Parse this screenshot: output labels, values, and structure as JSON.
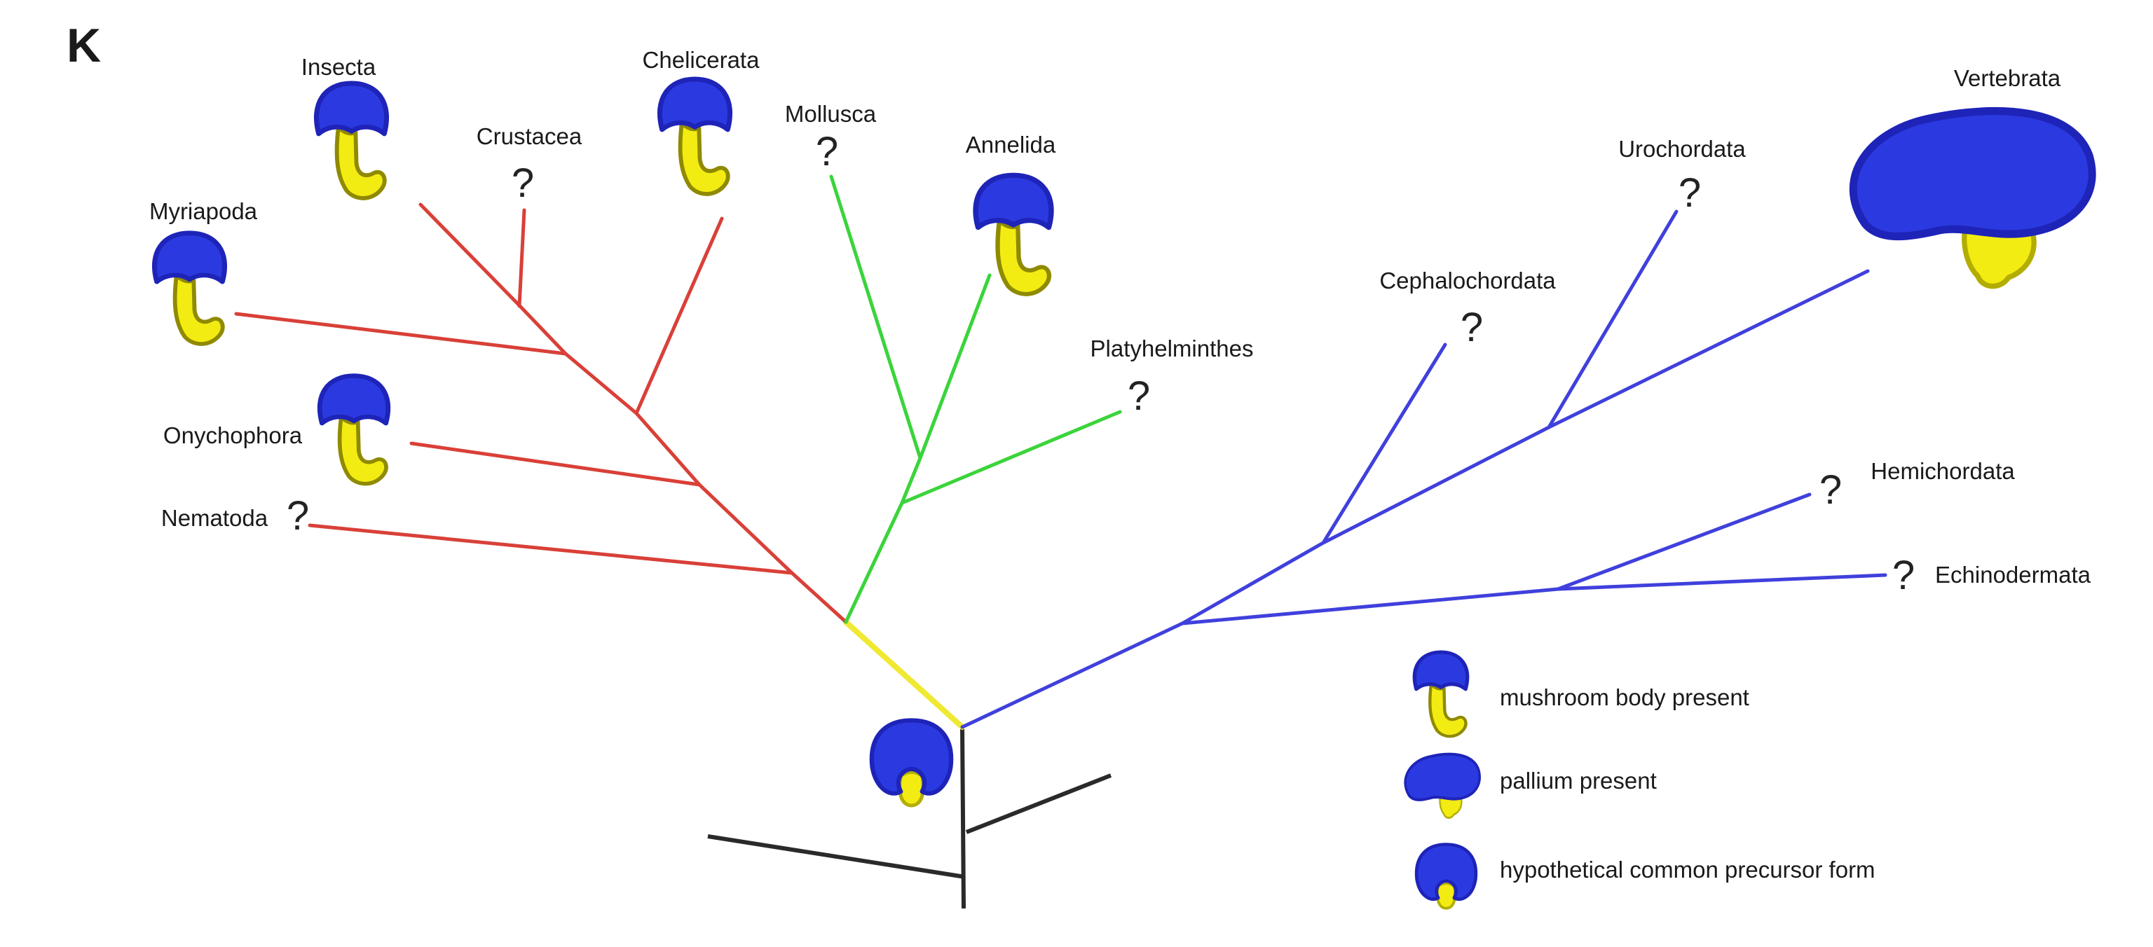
{
  "panel_label": "K",
  "figure": {
    "type": "phylogenetic-tree",
    "description_colors": {
      "protostome_branch_red": "#d94038",
      "lophotrochozoa_branch_green": "#3bd43b",
      "deuterostome_branch_blue": "#4040dd",
      "stem_branch_yellow": "#f0e932",
      "outgroup_branch_black": "#2a2a2a",
      "icon_blue": "#2b3ae0",
      "icon_yellow": "#f3ec13"
    }
  },
  "taxa": [
    {
      "name": "Insecta",
      "marker": "mushroom-body",
      "branch_color": "red"
    },
    {
      "name": "Crustacea",
      "marker": "question",
      "marker_glyph": "?",
      "branch_color": "red"
    },
    {
      "name": "Chelicerata",
      "marker": "mushroom-body",
      "branch_color": "red"
    },
    {
      "name": "Myriapoda",
      "marker": "mushroom-body",
      "branch_color": "red"
    },
    {
      "name": "Onychophora",
      "marker": "mushroom-body",
      "branch_color": "red"
    },
    {
      "name": "Nematoda",
      "marker": "question",
      "marker_glyph": "?",
      "branch_color": "red"
    },
    {
      "name": "Mollusca",
      "marker": "question",
      "marker_glyph": "?",
      "branch_color": "green"
    },
    {
      "name": "Annelida",
      "marker": "mushroom-body",
      "branch_color": "green"
    },
    {
      "name": "Platyhelminthes",
      "marker": "question",
      "marker_glyph": "?",
      "branch_color": "green"
    },
    {
      "name": "Cephalochordata",
      "marker": "question",
      "marker_glyph": "?",
      "branch_color": "blue"
    },
    {
      "name": "Urochordata",
      "marker": "question",
      "marker_glyph": "?",
      "branch_color": "blue"
    },
    {
      "name": "Vertebrata",
      "marker": "pallium",
      "branch_color": "blue"
    },
    {
      "name": "Hemichordata",
      "marker": "question",
      "marker_glyph": "?",
      "branch_color": "blue"
    },
    {
      "name": "Echinodermata",
      "marker": "question",
      "marker_glyph": "?",
      "branch_color": "blue"
    }
  ],
  "root": {
    "marker": "hypothetical common precursor"
  },
  "legend": {
    "items": [
      {
        "icon": "mushroom-body",
        "label": "mushroom body present"
      },
      {
        "icon": "pallium",
        "label": "pallium present"
      },
      {
        "icon": "precursor",
        "label": "hypothetical common precursor form"
      }
    ]
  }
}
